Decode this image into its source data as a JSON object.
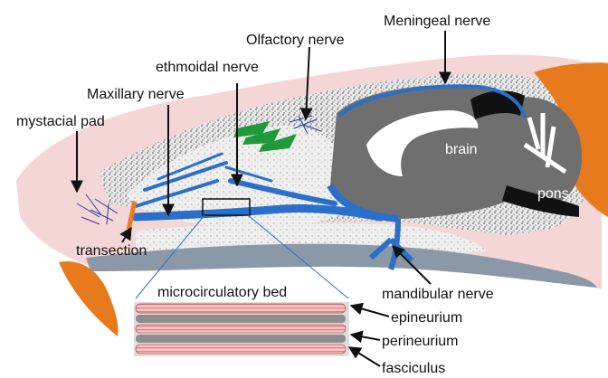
{
  "labels": {
    "meningeal_nerve": "Meningeal nerve",
    "olfactory_nerve": "Olfactory nerve",
    "ethmoidal_nerve": "ethmoidal nerve",
    "maxillary_nerve": "Maxillary nerve",
    "mystacial_pad": "mystacial pad",
    "transection": "transection",
    "brain": "brain",
    "pons": "pons",
    "mandibular_nerve": "mandibular nerve",
    "microcirculatory_bed": "microcirculatory bed",
    "epineurium": "epineurium",
    "perineurium": "perineurium",
    "fasciculus": "fasciculus"
  },
  "colors": {
    "nerve": "#2a6fc9",
    "nerve_light": "#8fb8e6",
    "skin": "#f4d6d6",
    "bone_speckle": "#8c8c8c",
    "brain": "#6f6f6f",
    "bone_orange": "#e87a1e",
    "olfactory_green": "#1f9a3a",
    "transection": "#f07a1e"
  }
}
